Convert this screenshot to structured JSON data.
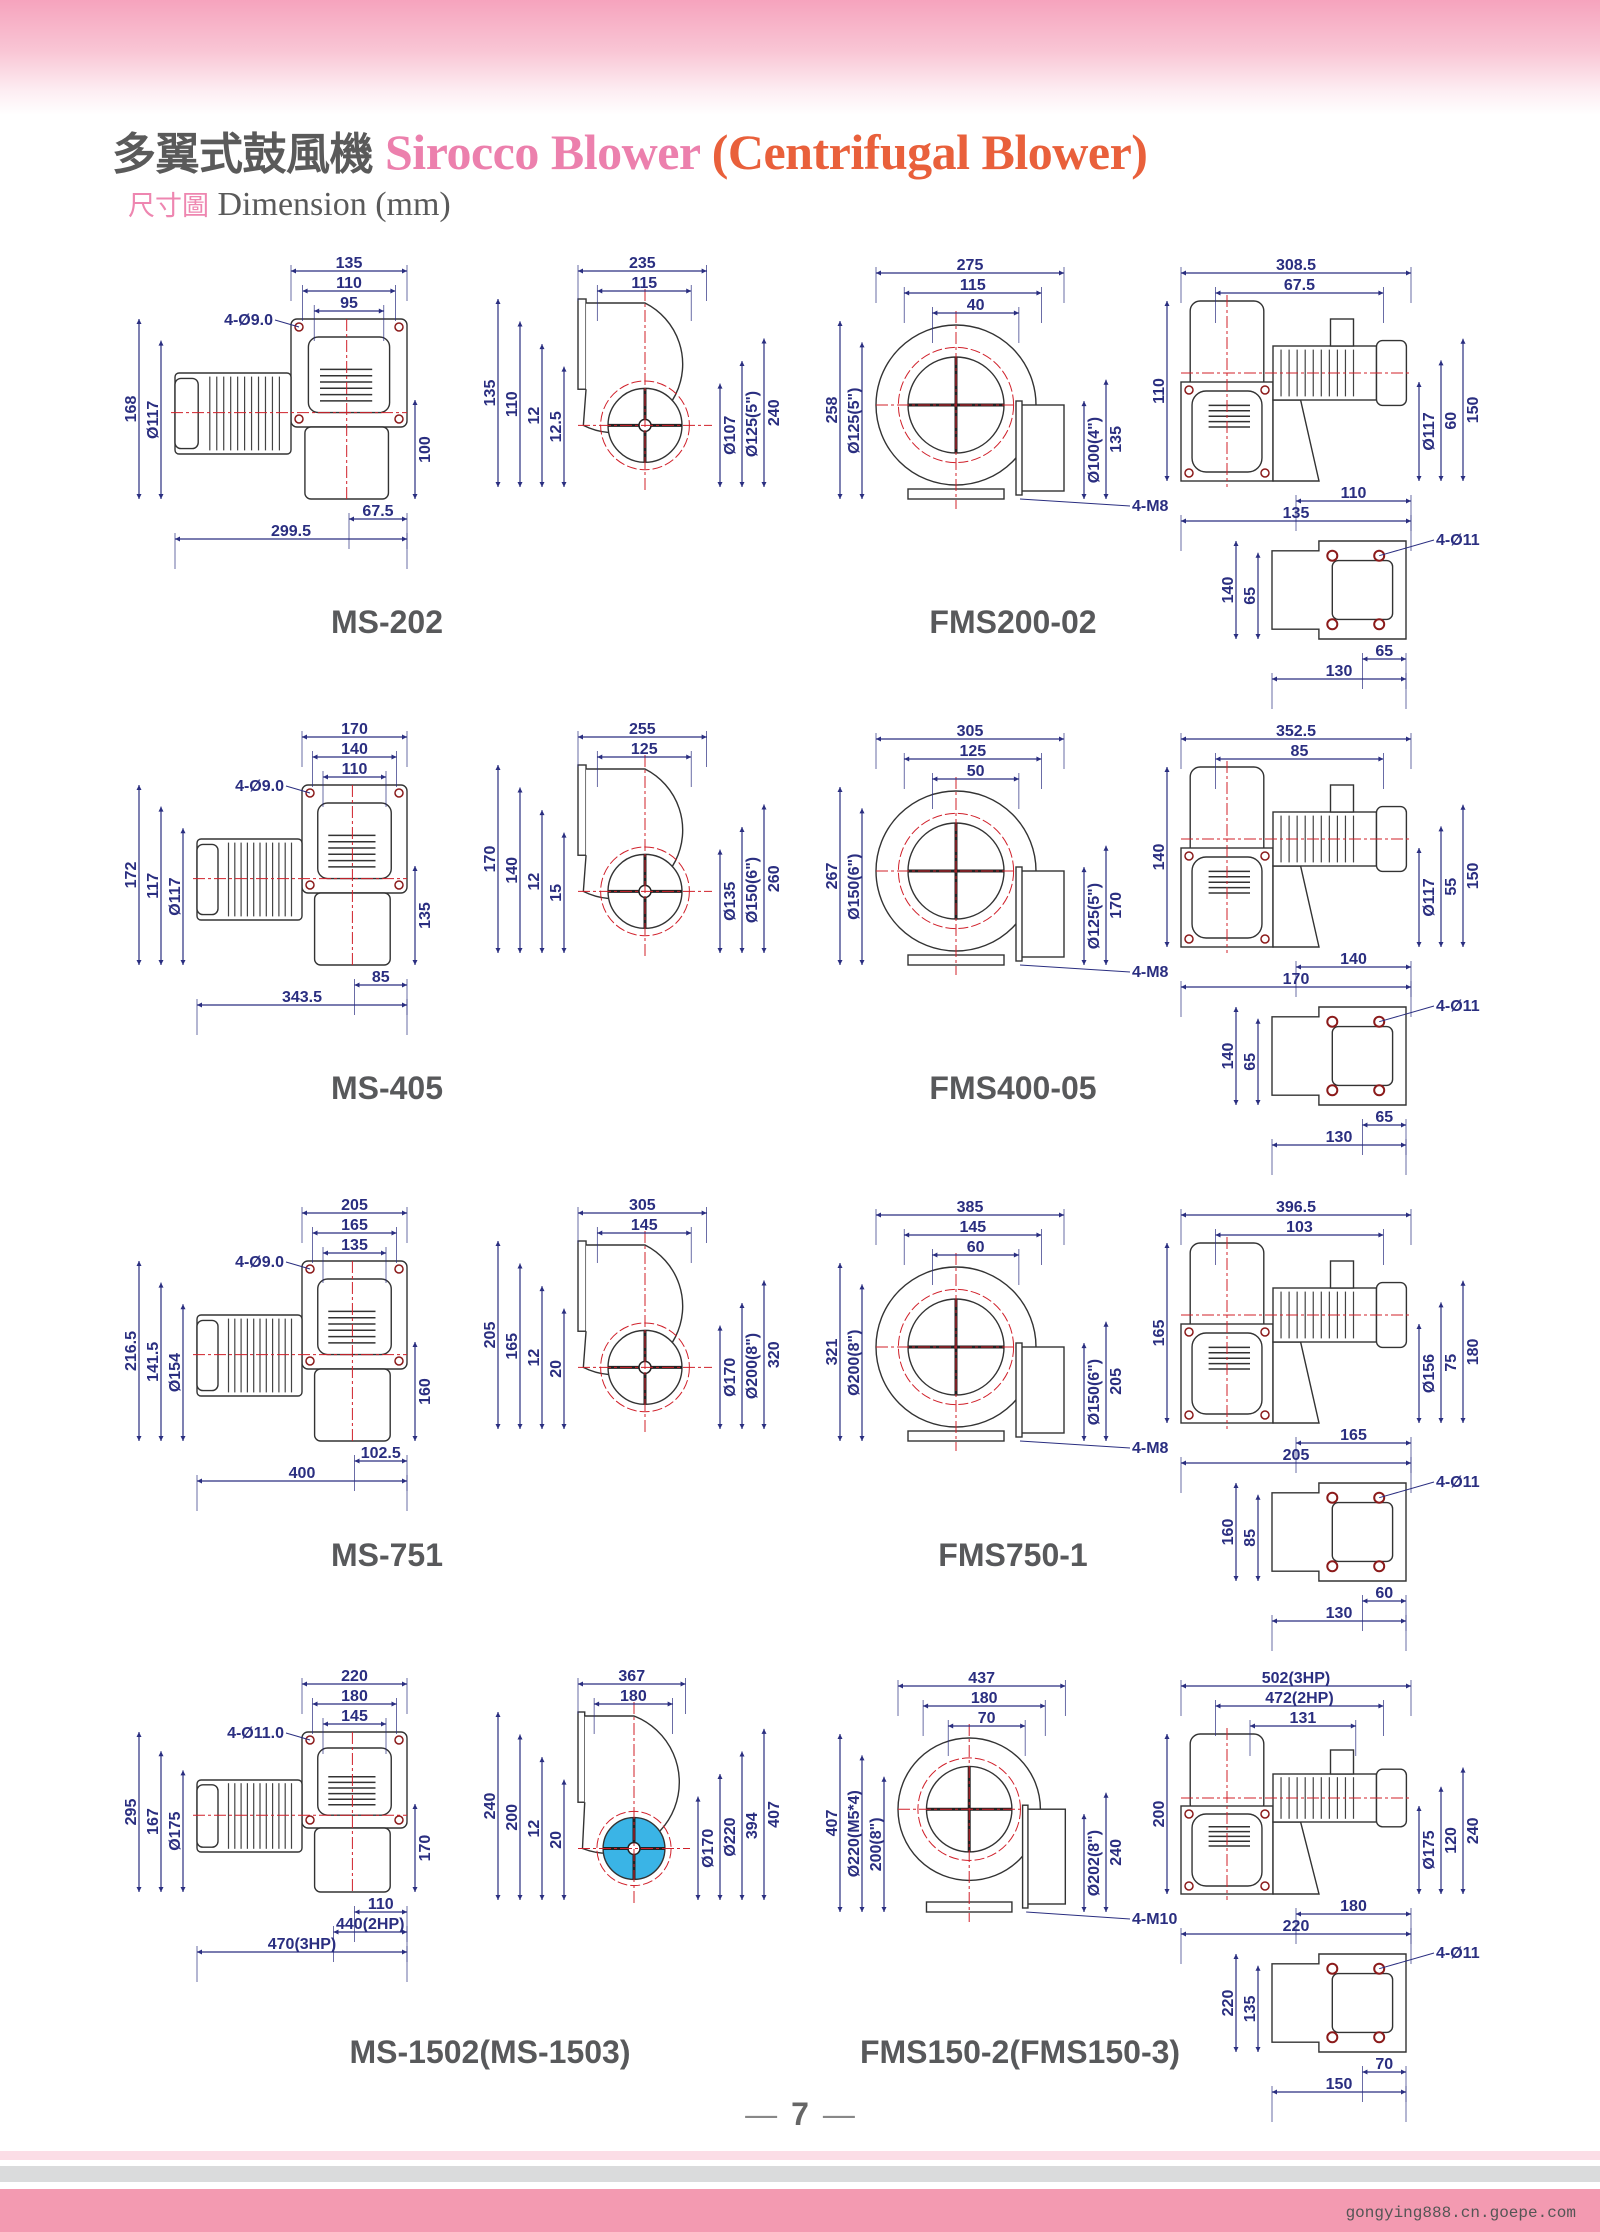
{
  "header": {
    "title_zh": "多翼式鼓風機",
    "title_en": "Sirocco Blower",
    "title_en_sub": "(Centrifugal Blower)",
    "subtitle_zh": "尺寸圖",
    "subtitle_en": "Dimension (mm)"
  },
  "colors": {
    "dimension": "#2a2e80",
    "centerline": "#d0202a",
    "impeller_fill": "#3ab4e6"
  },
  "rows": [
    {
      "ms": {
        "model": "MS-202",
        "side": {
          "top": [
            "135",
            "110",
            "95"
          ],
          "left": [
            "168",
            "Ø117"
          ],
          "right": [
            "100"
          ],
          "bottom": [
            "67.5",
            "299.5"
          ],
          "callout": "4-Ø9.0"
        },
        "front": {
          "top": [
            "235",
            "115"
          ],
          "left": [
            "135",
            "110",
            "12",
            "12.5"
          ],
          "right": [
            "Ø107",
            "Ø125(5\")",
            "240"
          ]
        }
      },
      "fms": {
        "model": "FMS200-02",
        "front": {
          "top": [
            "275",
            "115",
            "40"
          ],
          "left": [
            "258",
            "Ø125(5\")"
          ],
          "right": [
            "Ø100(4\")",
            "135"
          ],
          "callout": "4-M8"
        },
        "side": {
          "top": [
            "308.5",
            "67.5"
          ],
          "left": [
            "110"
          ],
          "right": [
            "Ø117",
            "60",
            "150"
          ],
          "bottom": [
            "110",
            "135"
          ]
        },
        "base": {
          "left": [
            "140",
            "65"
          ],
          "bottom": [
            "65",
            "130"
          ],
          "callout": "4-Ø11"
        }
      }
    },
    {
      "ms": {
        "model": "MS-405",
        "side": {
          "top": [
            "170",
            "140",
            "110"
          ],
          "left": [
            "172",
            "117",
            "Ø117"
          ],
          "right": [
            "135"
          ],
          "bottom": [
            "85",
            "343.5"
          ],
          "callout": "4-Ø9.0"
        },
        "front": {
          "top": [
            "255",
            "125"
          ],
          "left": [
            "170",
            "140",
            "12",
            "15"
          ],
          "right": [
            "Ø135",
            "Ø150(6\")",
            "260"
          ]
        }
      },
      "fms": {
        "model": "FMS400-05",
        "front": {
          "top": [
            "305",
            "125",
            "50"
          ],
          "left": [
            "267",
            "Ø150(6\")"
          ],
          "right": [
            "Ø125(5\")",
            "170"
          ],
          "callout": "4-M8"
        },
        "side": {
          "top": [
            "352.5",
            "85"
          ],
          "left": [
            "140"
          ],
          "right": [
            "Ø117",
            "55",
            "150"
          ],
          "bottom": [
            "140",
            "170"
          ]
        },
        "base": {
          "left": [
            "140",
            "65"
          ],
          "bottom": [
            "65",
            "130"
          ],
          "callout": "4-Ø11"
        }
      }
    },
    {
      "ms": {
        "model": "MS-751",
        "side": {
          "top": [
            "205",
            "165",
            "135"
          ],
          "left": [
            "216.5",
            "141.5",
            "Ø154"
          ],
          "right": [
            "160"
          ],
          "bottom": [
            "102.5",
            "400"
          ],
          "callout": "4-Ø9.0"
        },
        "front": {
          "top": [
            "305",
            "145"
          ],
          "left": [
            "205",
            "165",
            "12",
            "20"
          ],
          "right": [
            "Ø170",
            "Ø200(8\")",
            "320"
          ]
        }
      },
      "fms": {
        "model": "FMS750-1",
        "front": {
          "top": [
            "385",
            "145",
            "60"
          ],
          "left": [
            "321",
            "Ø200(8\")"
          ],
          "right": [
            "Ø150(6\")",
            "205"
          ],
          "callout": "4-M8"
        },
        "side": {
          "top": [
            "396.5",
            "103"
          ],
          "left": [
            "165"
          ],
          "right": [
            "Ø156",
            "75",
            "180"
          ],
          "bottom": [
            "165",
            "205"
          ]
        },
        "base": {
          "left": [
            "160",
            "85"
          ],
          "bottom": [
            "60",
            "130"
          ],
          "callout": "4-Ø11"
        }
      }
    },
    {
      "ms": {
        "model": "MS-1502(MS-1503)",
        "side": {
          "top": [
            "220",
            "180",
            "145"
          ],
          "left": [
            "295",
            "167",
            "Ø175"
          ],
          "right": [
            "170"
          ],
          "bottom": [
            "110",
            "440(2HP)",
            "470(3HP)"
          ],
          "callout": "4-Ø11.0"
        },
        "front": {
          "top": [
            "367",
            "180"
          ],
          "left": [
            "240",
            "200",
            "12",
            "20"
          ],
          "right": [
            "Ø170",
            "Ø220",
            "394",
            "407"
          ],
          "highlight": true
        }
      },
      "fms": {
        "model": "FMS150-2(FMS150-3)",
        "front": {
          "top": [
            "437",
            "180",
            "70"
          ],
          "left": [
            "407",
            "Ø220(M5*4)",
            "200(8\")"
          ],
          "right": [
            "Ø202(8\")",
            "240"
          ],
          "callout": "4-M10"
        },
        "side": {
          "top": [
            "502(3HP)",
            "472(2HP)",
            "131"
          ],
          "left": [
            "200"
          ],
          "right": [
            "Ø175",
            "120",
            "240"
          ],
          "bottom": [
            "180",
            "220"
          ]
        },
        "base": {
          "left": [
            "220",
            "135"
          ],
          "bottom": [
            "70",
            "150"
          ],
          "callout": "4-Ø11"
        }
      }
    }
  ],
  "footer": {
    "page_number": "7",
    "website": "gongying888.cn.goepe.com"
  }
}
